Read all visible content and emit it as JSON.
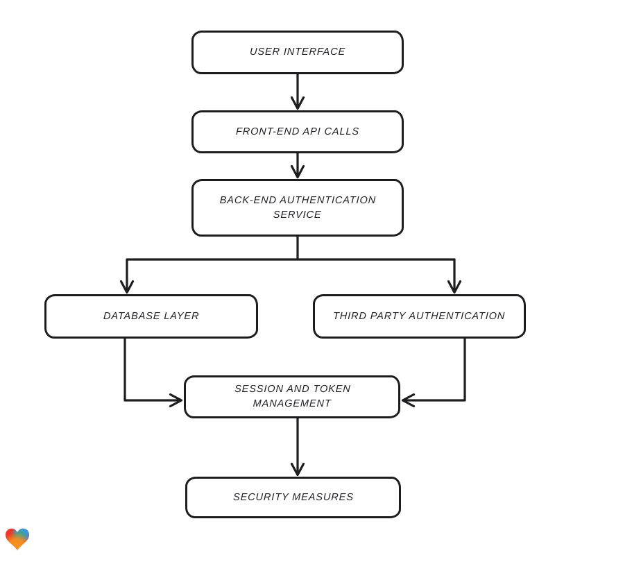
{
  "diagram": {
    "type": "flowchart",
    "nodes": [
      {
        "id": "user-interface",
        "label": "USER INTERFACE"
      },
      {
        "id": "front-end-api-calls",
        "label": "FRONT-END API CALLS"
      },
      {
        "id": "back-end-authentication-service",
        "label": "BACK-END AUTHENTICATION SERVICE"
      },
      {
        "id": "database-layer",
        "label": "DATABASE LAYER"
      },
      {
        "id": "third-party-authentication",
        "label": "THIRD PARTY AUTHENTICATION"
      },
      {
        "id": "session-and-token-management",
        "label": "SESSION AND TOKEN MANAGEMENT"
      },
      {
        "id": "security-measures",
        "label": "SECURITY MEASURES"
      }
    ],
    "edges": [
      {
        "from": "user-interface",
        "to": "front-end-api-calls"
      },
      {
        "from": "front-end-api-calls",
        "to": "back-end-authentication-service"
      },
      {
        "from": "back-end-authentication-service",
        "to": "database-layer"
      },
      {
        "from": "back-end-authentication-service",
        "to": "third-party-authentication"
      },
      {
        "from": "database-layer",
        "to": "session-and-token-management"
      },
      {
        "from": "third-party-authentication",
        "to": "session-and-token-management"
      },
      {
        "from": "session-and-token-management",
        "to": "security-measures"
      }
    ],
    "colors": {
      "stroke": "#1d1d1f",
      "node_fill": "#ffffff",
      "background": "#ffffff"
    },
    "watermark": {
      "icon": "heart-logo",
      "colors": {
        "red": "#ee3a2c",
        "blue": "#2b9ff2",
        "green": "#3fae6a",
        "orange": "#f7941d"
      }
    }
  }
}
